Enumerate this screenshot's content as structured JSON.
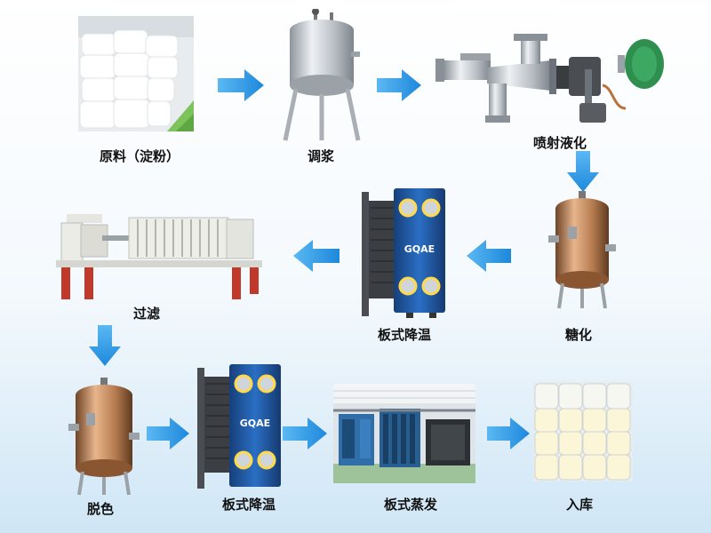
{
  "steps": [
    {
      "id": "raw_material",
      "label": "原料（淀粉）"
    },
    {
      "id": "slurry",
      "label": "调浆"
    },
    {
      "id": "jet_liquefaction",
      "label": "喷射液化"
    },
    {
      "id": "saccharification",
      "label": "糖化"
    },
    {
      "id": "plate_cooling_1",
      "label": "板式降温"
    },
    {
      "id": "filtration",
      "label": "过滤"
    },
    {
      "id": "decolorization",
      "label": "脱色"
    },
    {
      "id": "plate_cooling_2",
      "label": "板式降温"
    },
    {
      "id": "plate_evaporation",
      "label": "板式蒸发"
    },
    {
      "id": "warehousing",
      "label": "入库"
    }
  ],
  "heat_exchanger_logo": "GQAE",
  "colors": {
    "arrow": "#2f9be6",
    "frame": "#1f5aa8",
    "steel": "#c9ced3",
    "copper": "#b77a4a",
    "green_valve": "#2f8f4e"
  }
}
